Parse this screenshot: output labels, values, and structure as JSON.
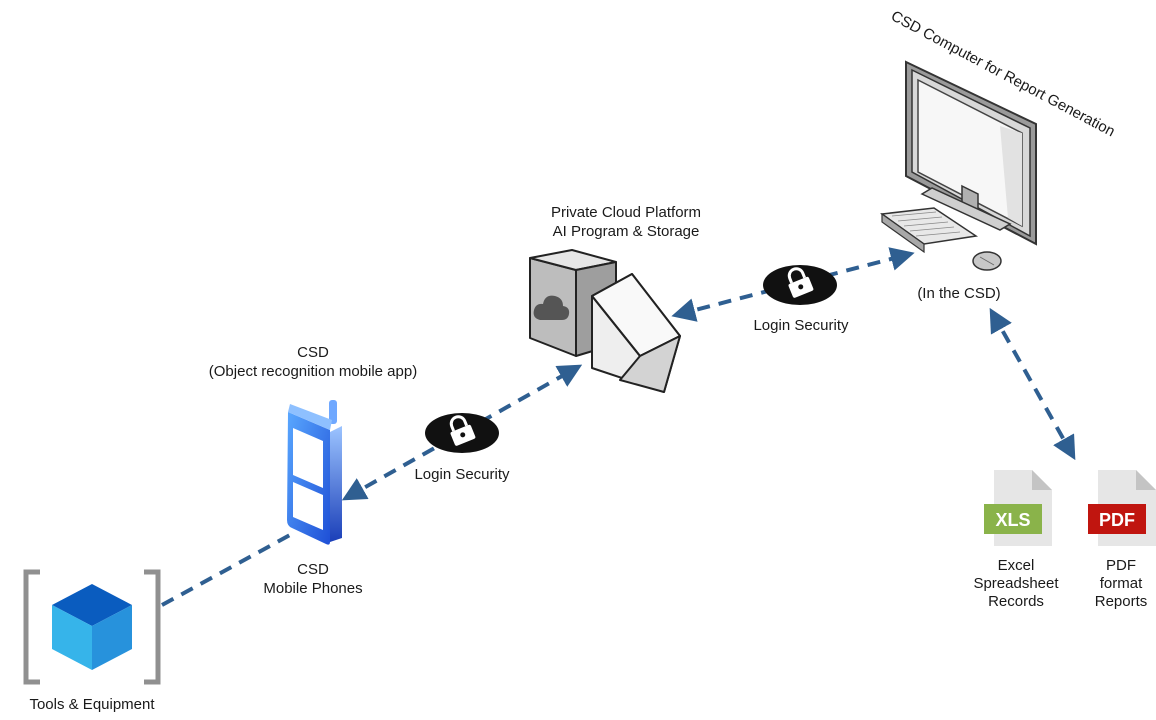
{
  "labels": {
    "cloud_line1": "Private Cloud Platform",
    "cloud_line2": "AI Program & Storage",
    "computer_title": "CSD Computer for Report Generation",
    "in_csd": "(In the CSD)",
    "login_top": "Login Security",
    "login_mid": "Login Security",
    "csd_app_line1": "CSD",
    "csd_app_line2": "(Object recognition mobile app)",
    "phones_line1": "CSD",
    "phones_line2": "Mobile Phones",
    "tools": "Tools & Equipment",
    "excel_line1": "Excel",
    "excel_line2": "Spreadsheet",
    "excel_line3": "Records",
    "pdf_line1": "PDF",
    "pdf_line2": "format",
    "pdf_line3": "Reports"
  },
  "badges": {
    "xls": "XLS",
    "pdf": "PDF"
  },
  "colors": {
    "connector": "#2f5f91",
    "xls_badge": "#8ab34a",
    "pdf_badge": "#c0150f",
    "cube_dark": "#0c63c4",
    "cube_light": "#29a3e6",
    "phone_blue": "#3a8ff2"
  },
  "icons": {
    "computer": "desktop-computer-icon",
    "cloud_server": "cloud-server-icon",
    "lock": "lock-icon",
    "phone": "mobile-phone-icon",
    "cube": "cube-icon",
    "xls_file": "xls-file-icon",
    "pdf_file": "pdf-file-icon"
  }
}
